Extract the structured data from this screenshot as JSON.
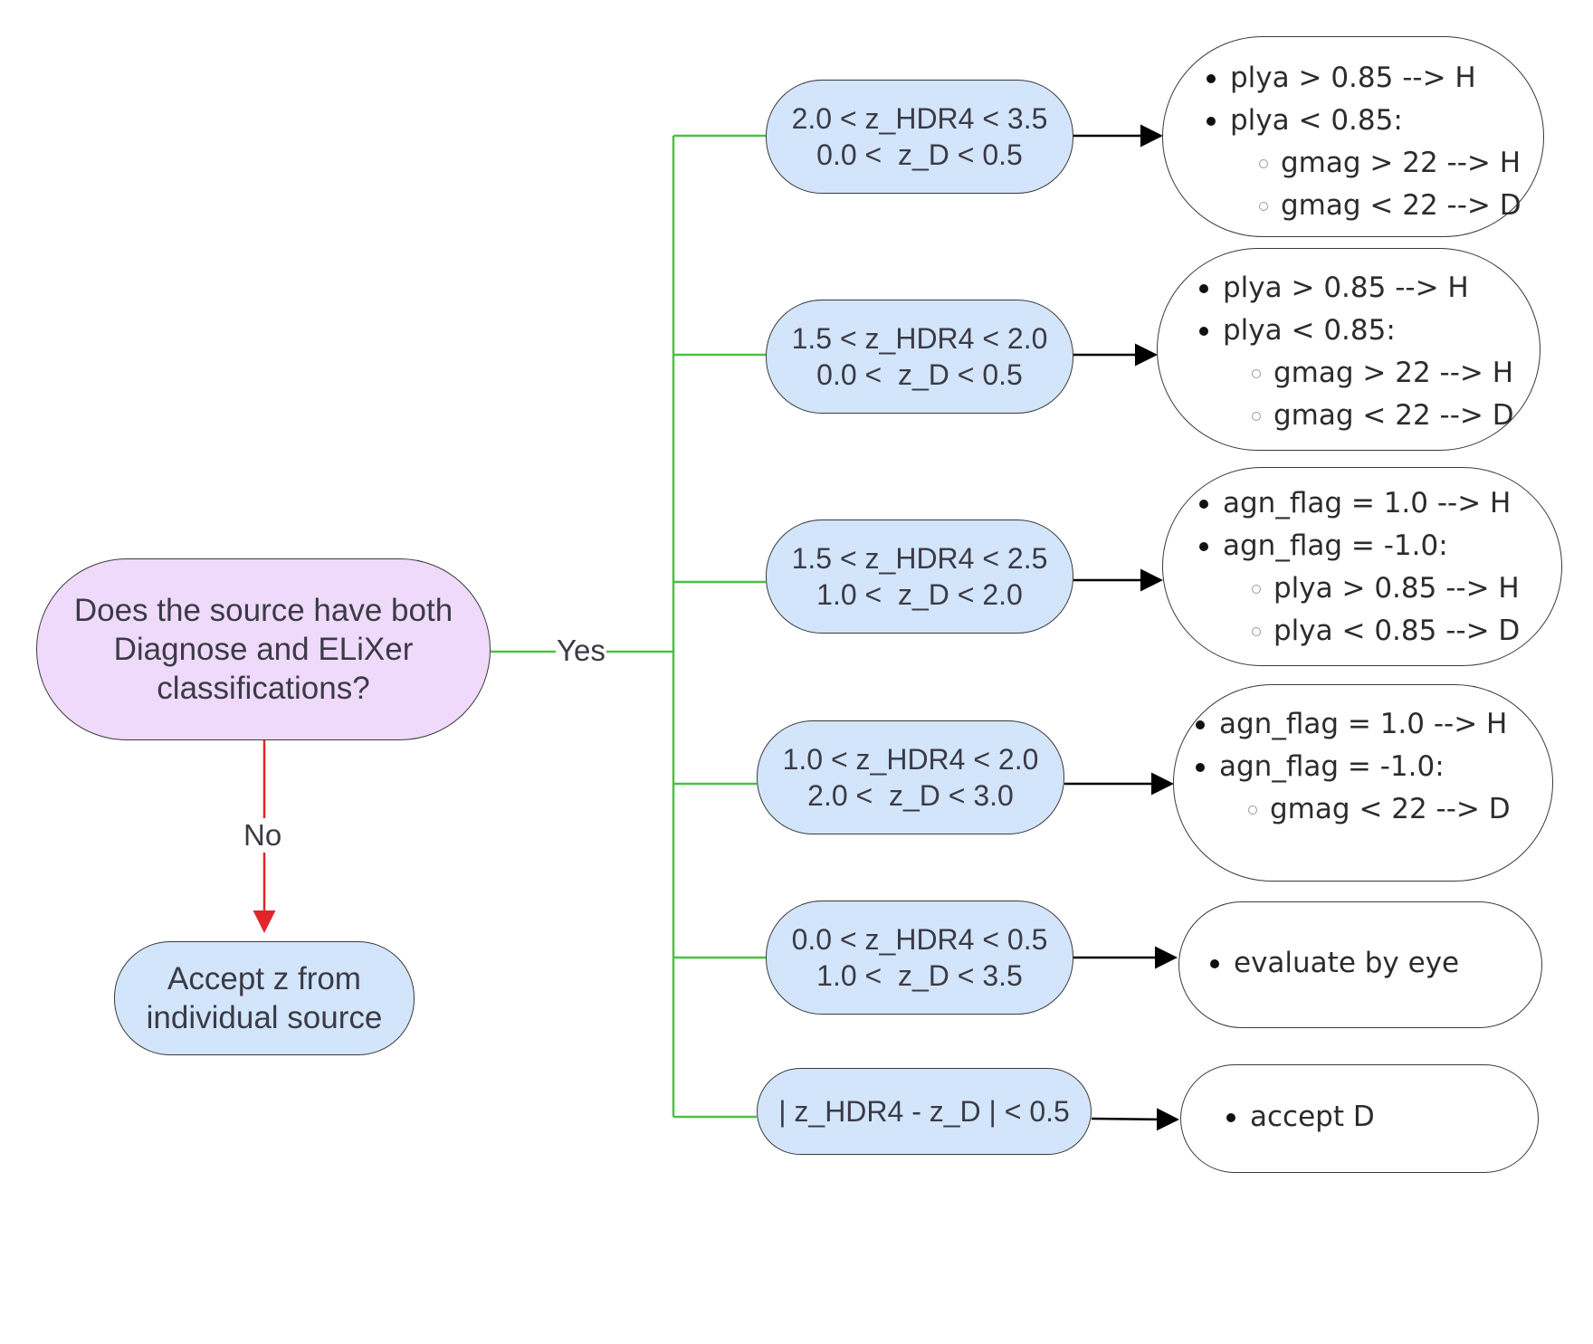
{
  "question": {
    "lines": [
      "Does the source have both",
      "Diagnose and ELiXer",
      "classifications?"
    ]
  },
  "edges": {
    "yes_label": "Yes",
    "no_label": "No"
  },
  "no_result": {
    "lines": [
      "Accept z from",
      "individual source"
    ]
  },
  "branches": [
    {
      "condition": [
        "2.0 < z_HDR4 < 3.5",
        "0.0 <  z_D < 0.5"
      ],
      "rules": [
        {
          "level": 1,
          "text": "plya > 0.85 --> H"
        },
        {
          "level": 1,
          "text": "plya < 0.85:"
        },
        {
          "level": 2,
          "text": "gmag > 22 --> H"
        },
        {
          "level": 2,
          "text": "gmag < 22 --> D"
        }
      ]
    },
    {
      "condition": [
        "1.5 < z_HDR4 < 2.0",
        "0.0 <  z_D < 0.5"
      ],
      "rules": [
        {
          "level": 1,
          "text": "plya > 0.85 --> H"
        },
        {
          "level": 1,
          "text": "plya < 0.85:"
        },
        {
          "level": 2,
          "text": "gmag > 22 --> H"
        },
        {
          "level": 2,
          "text": "gmag < 22 --> D"
        }
      ]
    },
    {
      "condition": [
        "1.5 < z_HDR4 < 2.5",
        "1.0 <  z_D < 2.0"
      ],
      "rules": [
        {
          "level": 1,
          "text": "agn_flag = 1.0 --> H"
        },
        {
          "level": 1,
          "text": "agn_flag = -1.0:"
        },
        {
          "level": 2,
          "text": "plya > 0.85 --> H"
        },
        {
          "level": 2,
          "text": "plya < 0.85 --> D"
        }
      ]
    },
    {
      "condition": [
        "1.0 < z_HDR4 < 2.0",
        "2.0 <  z_D < 3.0"
      ],
      "rules": [
        {
          "level": 1,
          "text": "agn_flag = 1.0 --> H"
        },
        {
          "level": 1,
          "text": "agn_flag = -1.0:"
        },
        {
          "level": 2,
          "text": "gmag < 22 --> D"
        }
      ]
    },
    {
      "condition": [
        "0.0 < z_HDR4 < 0.5",
        "1.0 <  z_D < 3.5"
      ],
      "rules": [
        {
          "level": 1,
          "text": "evaluate by eye"
        }
      ]
    },
    {
      "condition": [
        "| z_HDR4 - z_D | < 0.5"
      ],
      "rules": [
        {
          "level": 1,
          "text": "accept D"
        }
      ]
    }
  ],
  "colors": {
    "yes_line": "#4cbf45",
    "no_line": "#e0262a",
    "arrow": "#000000",
    "question_fill": "#f0dafb",
    "condition_fill": "#d3e5fb",
    "outline": "#3a3a3a",
    "text": "#3b3b47"
  }
}
